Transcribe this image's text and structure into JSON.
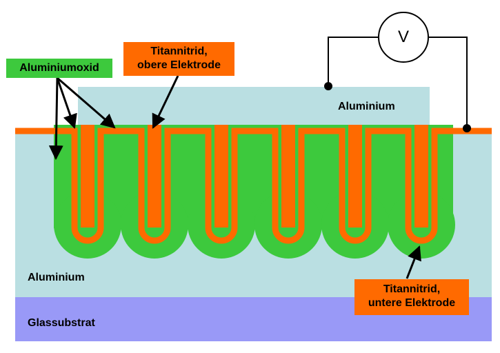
{
  "labels": {
    "aluminum_oxide": "Aluminiumoxid",
    "tin_top_line1": "Titannitrid,",
    "tin_top_line2": "obere Elektrode",
    "aluminum_top": "Aluminium",
    "aluminum_bottom": "Aluminium",
    "glass": "Glassubstrat",
    "tin_bottom_line1": "Titannitrid,",
    "tin_bottom_line2": "untere Elektrode",
    "voltmeter": "V"
  },
  "colors": {
    "aluminum": "#badfe2",
    "glass": "#9999f7",
    "oxide": "#3dc93d",
    "titanium_nitride": "#ff6a00",
    "background": "#ffffff",
    "line": "#000000"
  }
}
